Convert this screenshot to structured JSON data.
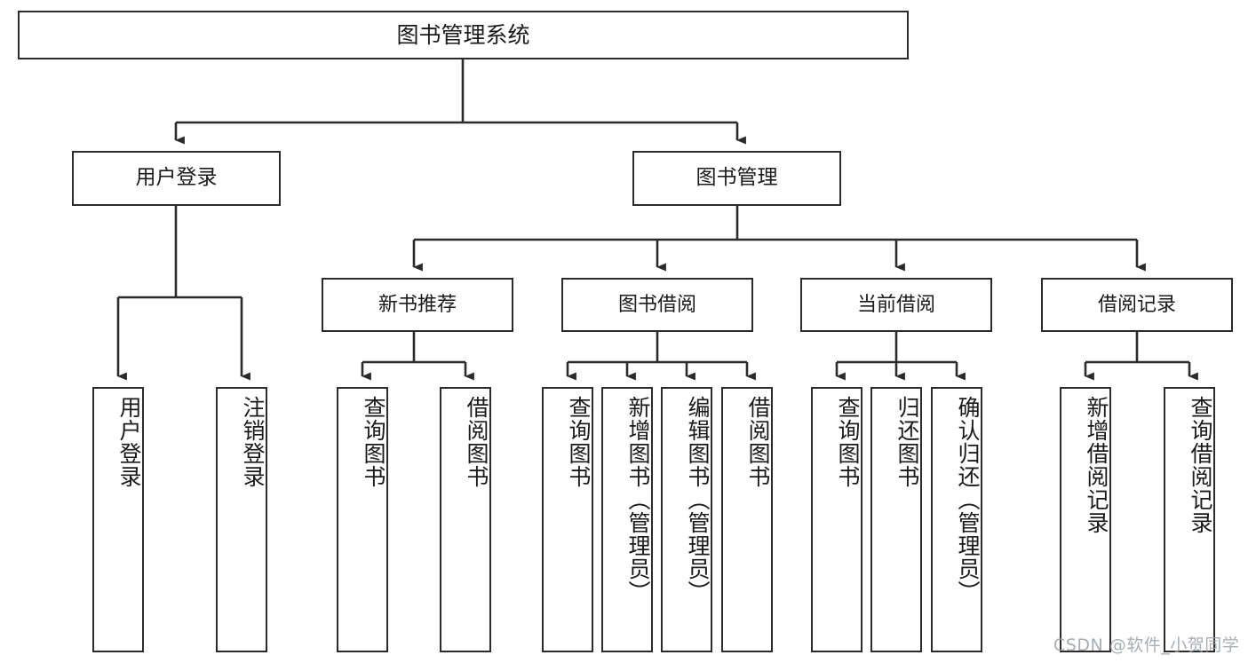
{
  "diagram": {
    "type": "tree-hierarchy",
    "title": "图书管理系统",
    "root": {
      "label": "图书管理系统"
    },
    "level2": [
      {
        "label": "用户登录"
      },
      {
        "label": "图书管理"
      }
    ],
    "level3": [
      {
        "label": "新书推荐"
      },
      {
        "label": "图书借阅"
      },
      {
        "label": "当前借阅"
      },
      {
        "label": "借阅记录"
      }
    ],
    "leaves": {
      "user_login": [
        {
          "label": "用户登录"
        },
        {
          "label": "注销登录"
        }
      ],
      "new_book_recommend": [
        {
          "label": "查询图书"
        },
        {
          "label": "借阅图书"
        }
      ],
      "book_borrow": [
        {
          "label": "查询图书"
        },
        {
          "label": "新增图书（管理员）"
        },
        {
          "label": "编辑图书（管理员）"
        },
        {
          "label": "借阅图书"
        }
      ],
      "current_borrow": [
        {
          "label": "查询图书"
        },
        {
          "label": "归还图书"
        },
        {
          "label": "确认归还（管理员）"
        }
      ],
      "borrow_record": [
        {
          "label": "新增借阅记录"
        },
        {
          "label": "查询借阅记录"
        }
      ]
    }
  },
  "watermark": {
    "text": "CSDN @软件_小贺同学"
  },
  "colors": {
    "border": "#2b2b2b",
    "background": "#ffffff",
    "text": "#1a1a1a",
    "edge": "#2b2b2b",
    "watermark": "#9aa0a6"
  }
}
